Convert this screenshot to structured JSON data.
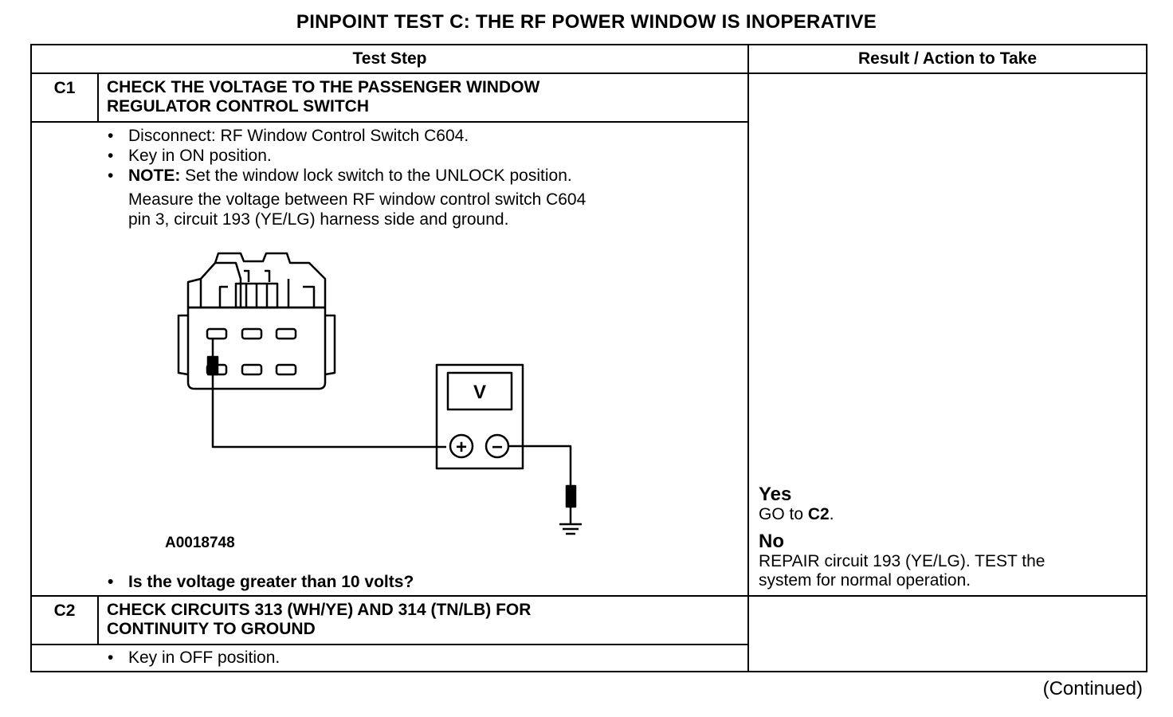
{
  "title": "PINPOINT TEST  C: THE RF POWER WINDOW IS INOPERATIVE",
  "headers": {
    "test_step": "Test Step",
    "result_action": "Result / Action to Take"
  },
  "c1": {
    "id": "C1",
    "title_line1": "CHECK THE VOLTAGE TO THE PASSENGER WINDOW",
    "title_line2": "REGULATOR CONTROL SWITCH",
    "bullet1": "Disconnect: RF Window Control Switch C604.",
    "bullet2": "Key in ON position.",
    "note_label": "NOTE:",
    "note_text": " Set the window lock switch to the UNLOCK position.",
    "measure_line1": "Measure the voltage between RF window control switch C604",
    "measure_line2": "pin 3, circuit 193 (YE/LG) harness side and ground.",
    "figure_id": "A0018748",
    "meter_label": "V",
    "meter_plus": "+",
    "meter_minus": "−",
    "question": "Is the voltage greater than 10 volts?",
    "yes_label": "Yes",
    "yes_prefix": "GO to ",
    "yes_target": "C2",
    "yes_suffix": ".",
    "no_label": "No",
    "no_line1": "REPAIR circuit 193 (YE/LG). TEST the",
    "no_line2": "system for normal operation."
  },
  "c2": {
    "id": "C2",
    "title_line1": "CHECK CIRCUITS 313 (WH/YE) AND 314 (TN/LB) FOR",
    "title_line2": "CONTINUITY TO GROUND",
    "bullet1": "Key in OFF position."
  },
  "continued": "(Continued)"
}
